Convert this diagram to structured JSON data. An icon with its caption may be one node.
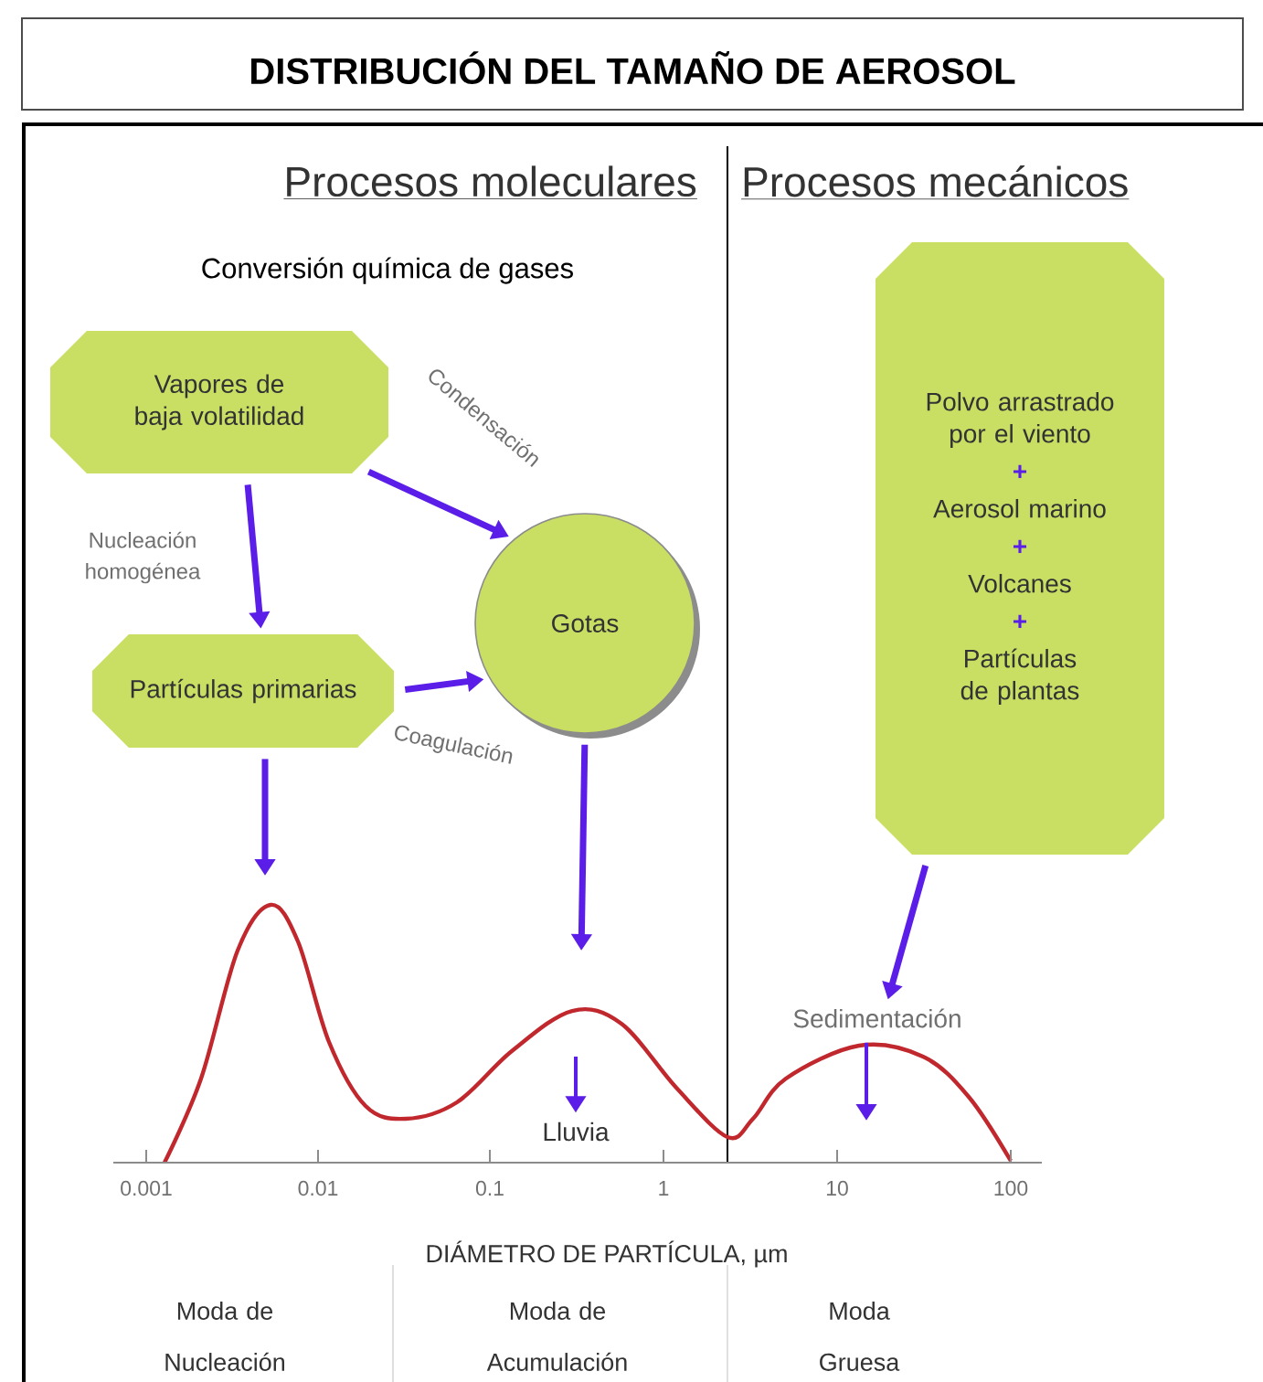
{
  "diagram": {
    "title": "DISTRIBUCIÓN DEL TAMAÑO DE AEROSOL",
    "nodes": [
      {
        "text": [
          "Vapores de baja volatilidad"
        ]
      },
      {
        "text": [
          "Partículas primarias"
        ]
      },
      {
        "text": [
          "Gotas"
        ]
      },
      {
        "text": [
          "Polvo arrastrado por el viento",
          "+",
          "Aerosol marino",
          "+",
          "Volcanes",
          "+",
          "Partículas de plantas"
        ]
      },
      {
        "text": [
          "Sedimentación"
        ]
      },
      {
        "text": [
          "Lluvia"
        ]
      }
    ],
    "edges": [
      {
        "from": 0,
        "to": 1,
        "arrow": "to",
        "label": "Nucleación homogénea"
      },
      {
        "from": 0,
        "to": 2,
        "arrow": "to",
        "label": "Condensación"
      },
      {
        "from": 1,
        "to": 2,
        "arrow": "to",
        "label": "Coagulación"
      },
      {
        "from": 1,
        "to": null,
        "arrow": "to"
      },
      {
        "from": 2,
        "to": null,
        "arrow": "to"
      },
      {
        "from": 3,
        "to": 4,
        "arrow": "to"
      },
      {
        "from": null,
        "to": 5,
        "arrow": "to"
      },
      {
        "from": 4,
        "to": null,
        "arrow": "to"
      }
    ],
    "labels": [
      "Procesos moleculares",
      "Procesos mecánicos",
      "Conversión química de gases",
      "0.001",
      "0.01",
      "0.1",
      "1",
      "10",
      "100",
      "DIÁMETRO DE PARTÍCULA, µm",
      "Moda de Nucleación",
      "Moda de Acumulación",
      "Moda Gruesa"
    ]
  }
}
